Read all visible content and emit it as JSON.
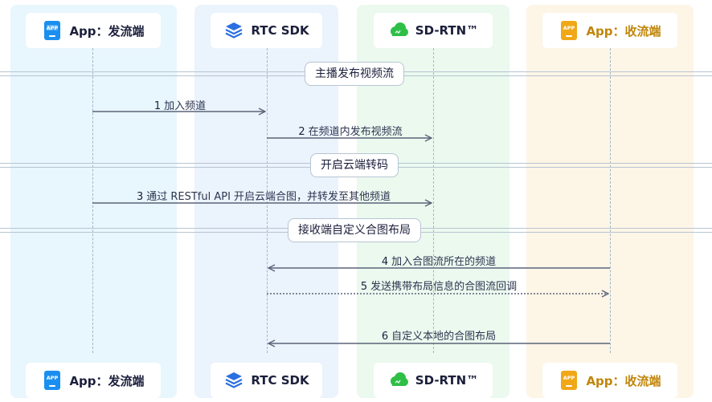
{
  "participants": [
    {
      "key": "app_sender",
      "label": "App：发流端",
      "icon": "app-icon",
      "accent": "#1a8ff0"
    },
    {
      "key": "rtc_sdk",
      "label": "RTC SDK",
      "icon": "layers-icon",
      "accent": "#2b6fe0"
    },
    {
      "key": "sd_rtn",
      "label": "SD-RTN™",
      "icon": "cloud-icon",
      "accent": "#2fbf47"
    },
    {
      "key": "app_receiver",
      "label": "App：收流端",
      "icon": "app-icon",
      "accent": "#f0a817"
    }
  ],
  "sections": [
    {
      "label": "主播发布视频流"
    },
    {
      "label": "开启云端转码"
    },
    {
      "label": "接收端自定义合图布局"
    }
  ],
  "messages": [
    {
      "num": "1",
      "text": "加入频道",
      "from": "app_sender",
      "to": "rtc_sdk",
      "style": "solid"
    },
    {
      "num": "2",
      "text": "在频道内发布视频流",
      "from": "rtc_sdk",
      "to": "sd_rtn",
      "style": "solid"
    },
    {
      "num": "3",
      "text": "通过 RESTful API 开启云端合图，并转发至其他频道",
      "from": "app_sender",
      "to": "sd_rtn",
      "style": "solid"
    },
    {
      "num": "4",
      "text": "加入合图流所在的频道",
      "from": "app_receiver",
      "to": "rtc_sdk",
      "style": "solid"
    },
    {
      "num": "5",
      "text": "发送携带布局信息的合图流回调",
      "from": "rtc_sdk",
      "to": "app_receiver",
      "style": "dotted"
    },
    {
      "num": "6",
      "text": "自定义本地的合图布局",
      "from": "app_receiver",
      "to": "rtc_sdk",
      "style": "solid"
    }
  ],
  "colors": {
    "arrow": "#5a6478",
    "divider": "#b7c5d2"
  }
}
